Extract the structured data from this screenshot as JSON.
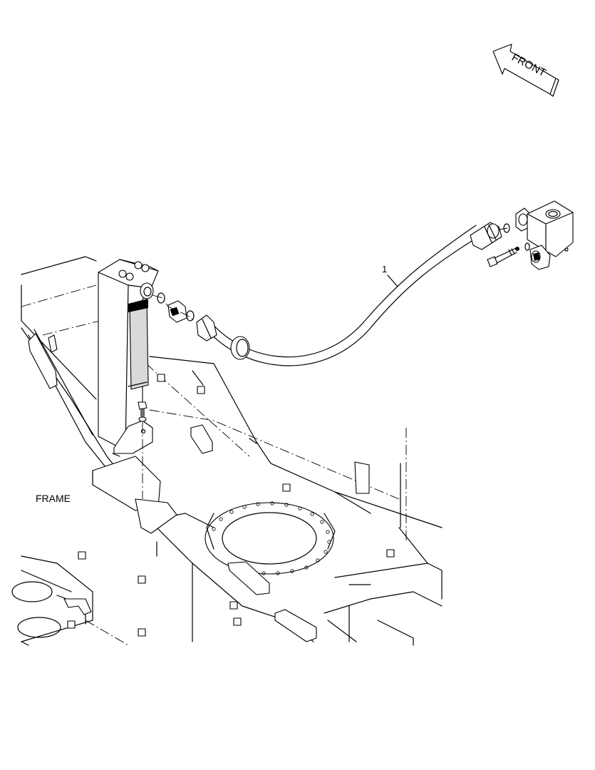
{
  "diagram": {
    "front_label": "FRONT",
    "frame_label": "FRAME",
    "callouts": [
      {
        "id": "1",
        "text": "1"
      }
    ]
  }
}
